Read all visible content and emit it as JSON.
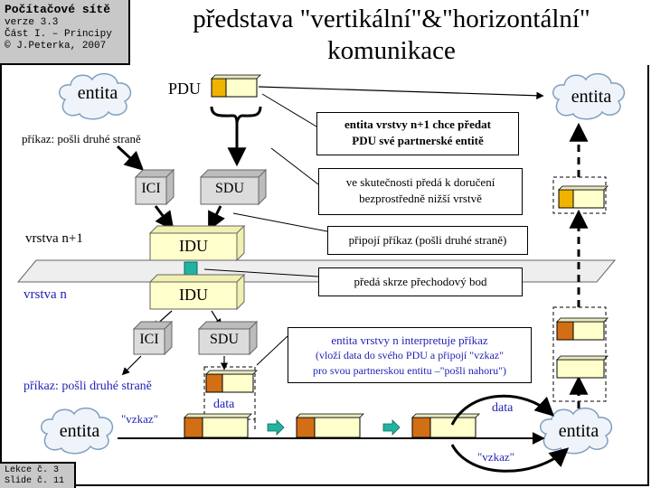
{
  "header": {
    "course": "Počítačové sítě",
    "version": "verze 3.3",
    "part": "Část I. – Principy",
    "copyright": "© J.Peterka, 2007"
  },
  "title_line1": "představa \"vertikální\"&\"horizontální\"",
  "title_line2": "komunikace",
  "footer": {
    "lesson": "Lekce č. 3",
    "slide": "Slide č. 11"
  },
  "labels": {
    "entity": "entita",
    "pdu": "PDU",
    "command_top": "příkaz: pošli druhé straně",
    "ici": "ICI",
    "sdu": "SDU",
    "idu": "IDU",
    "layer_n1": "vrstva n+1",
    "layer_n": "vrstva n",
    "command_bottom": "příkaz: pošli druhé straně",
    "vzkaz": "\"vzkaz\"",
    "data": "data"
  },
  "callouts": {
    "c1_line1": "entita vrstvy n+1 chce předat",
    "c1_line2": "PDU své partnerské entitě",
    "c2_line1": "ve skutečnosti předá k doručení",
    "c2_line2": "bezprostředně nižší vrstvě",
    "c3": "připojí příkaz (pošli druhé straně)",
    "c4": "předá skrze přechodový bod",
    "c5_line1": "entita vrstvy n interpretuje příkaz",
    "c5_line2": "(vloží data do svého PDU a připojí \"vzkaz\"",
    "c5_line3": "pro svou partnerskou entitu –\"pošli nahoru\")"
  },
  "colors": {
    "header_gray": "#c8c8c8",
    "pdu_header_yellow": "#f0b400",
    "pdu_header_orange": "#d26e14",
    "pdu_body": "#ffffcc",
    "connector_teal": "#20b4a0",
    "text_blue": "#1f1fb4"
  }
}
